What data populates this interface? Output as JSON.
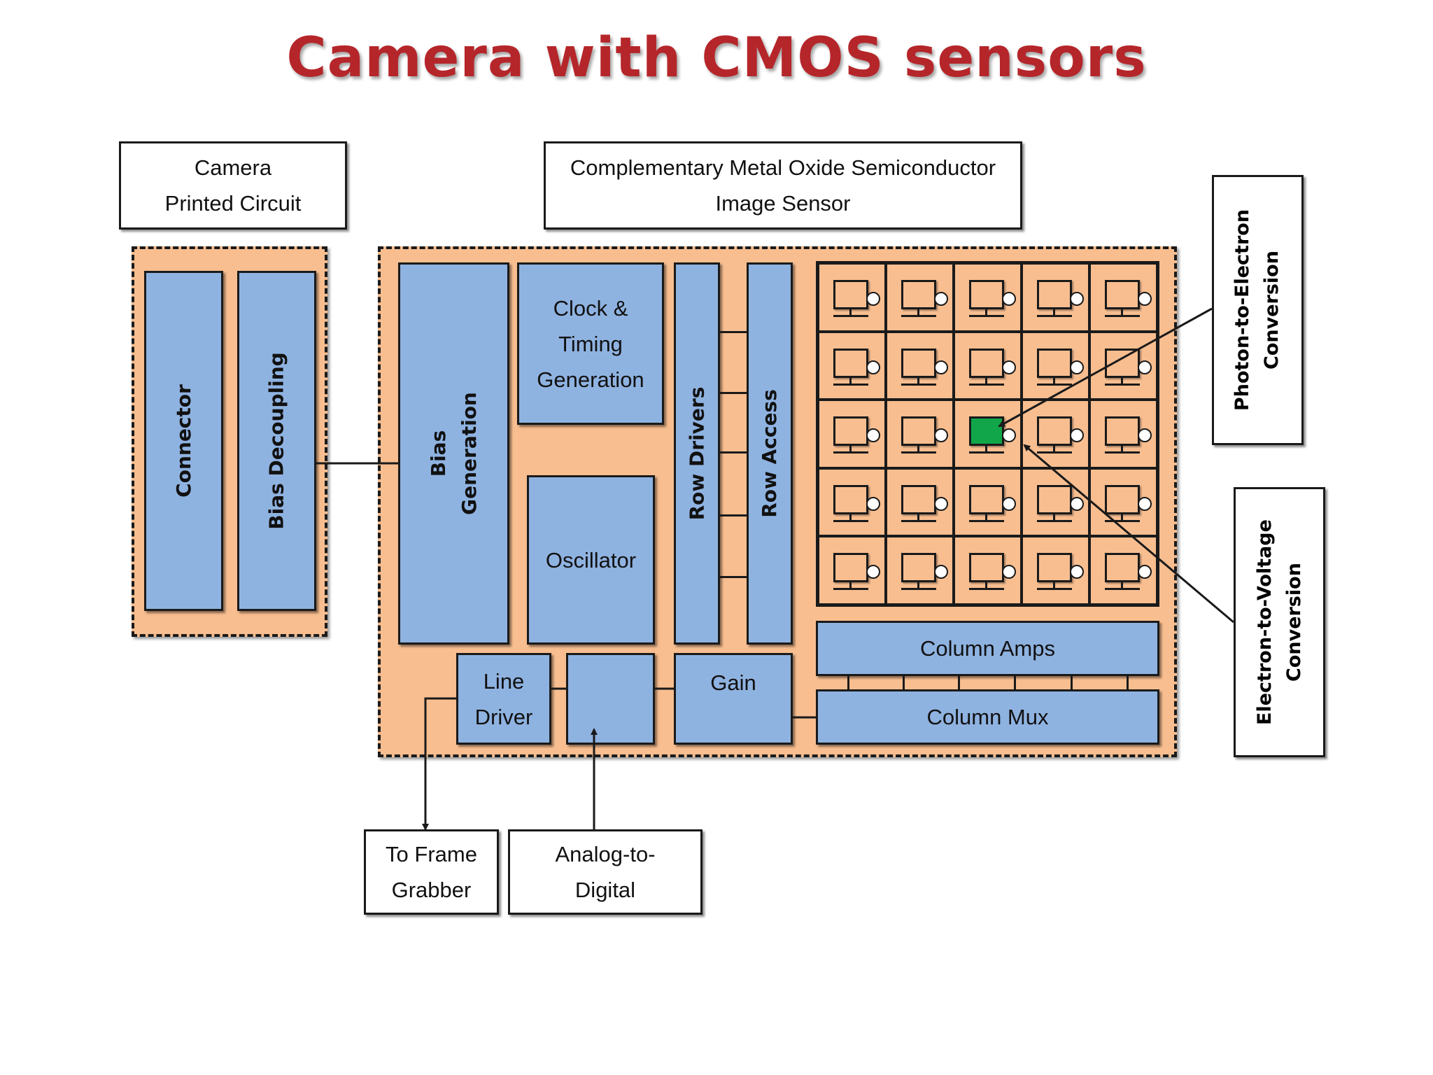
{
  "title": "Camera with CMOS sensors",
  "labels": {
    "camera_pcb": [
      "Camera",
      "Printed Circuit"
    ],
    "cmos_sensor": [
      "Complementary Metal Oxide Semiconductor",
      "Image Sensor"
    ],
    "photon_to_electron": [
      "Photon-to-Electron",
      "Conversion"
    ],
    "electron_to_voltage": [
      "Electron-to-Voltage",
      "Conversion"
    ],
    "to_frame_grabber": [
      "To Frame",
      "Grabber"
    ],
    "analog_to_digital": [
      "Analog-to-",
      "Digital"
    ]
  },
  "blocks": {
    "connector": "Connector",
    "bias_decoupling": "Bias Decoupling",
    "bias_generation": [
      "Bias",
      "Generation"
    ],
    "clock_timing": [
      "Clock &",
      "Timing",
      "Generation"
    ],
    "oscillator": "Oscillator",
    "row_drivers": "Row Drivers",
    "row_access": "Row Access",
    "line_driver": [
      "Line",
      "Driver"
    ],
    "gain": "Gain",
    "column_amps": "Column Amps",
    "column_mux": "Column Mux"
  },
  "pixel_array": {
    "rows": 5,
    "cols": 5,
    "highlighted": {
      "row": 2,
      "col": 2
    }
  },
  "colors": {
    "title": "#b5262a",
    "region": "#f8be90",
    "block": "#8fb3e1",
    "highlight_pixel": "#12a64b"
  }
}
